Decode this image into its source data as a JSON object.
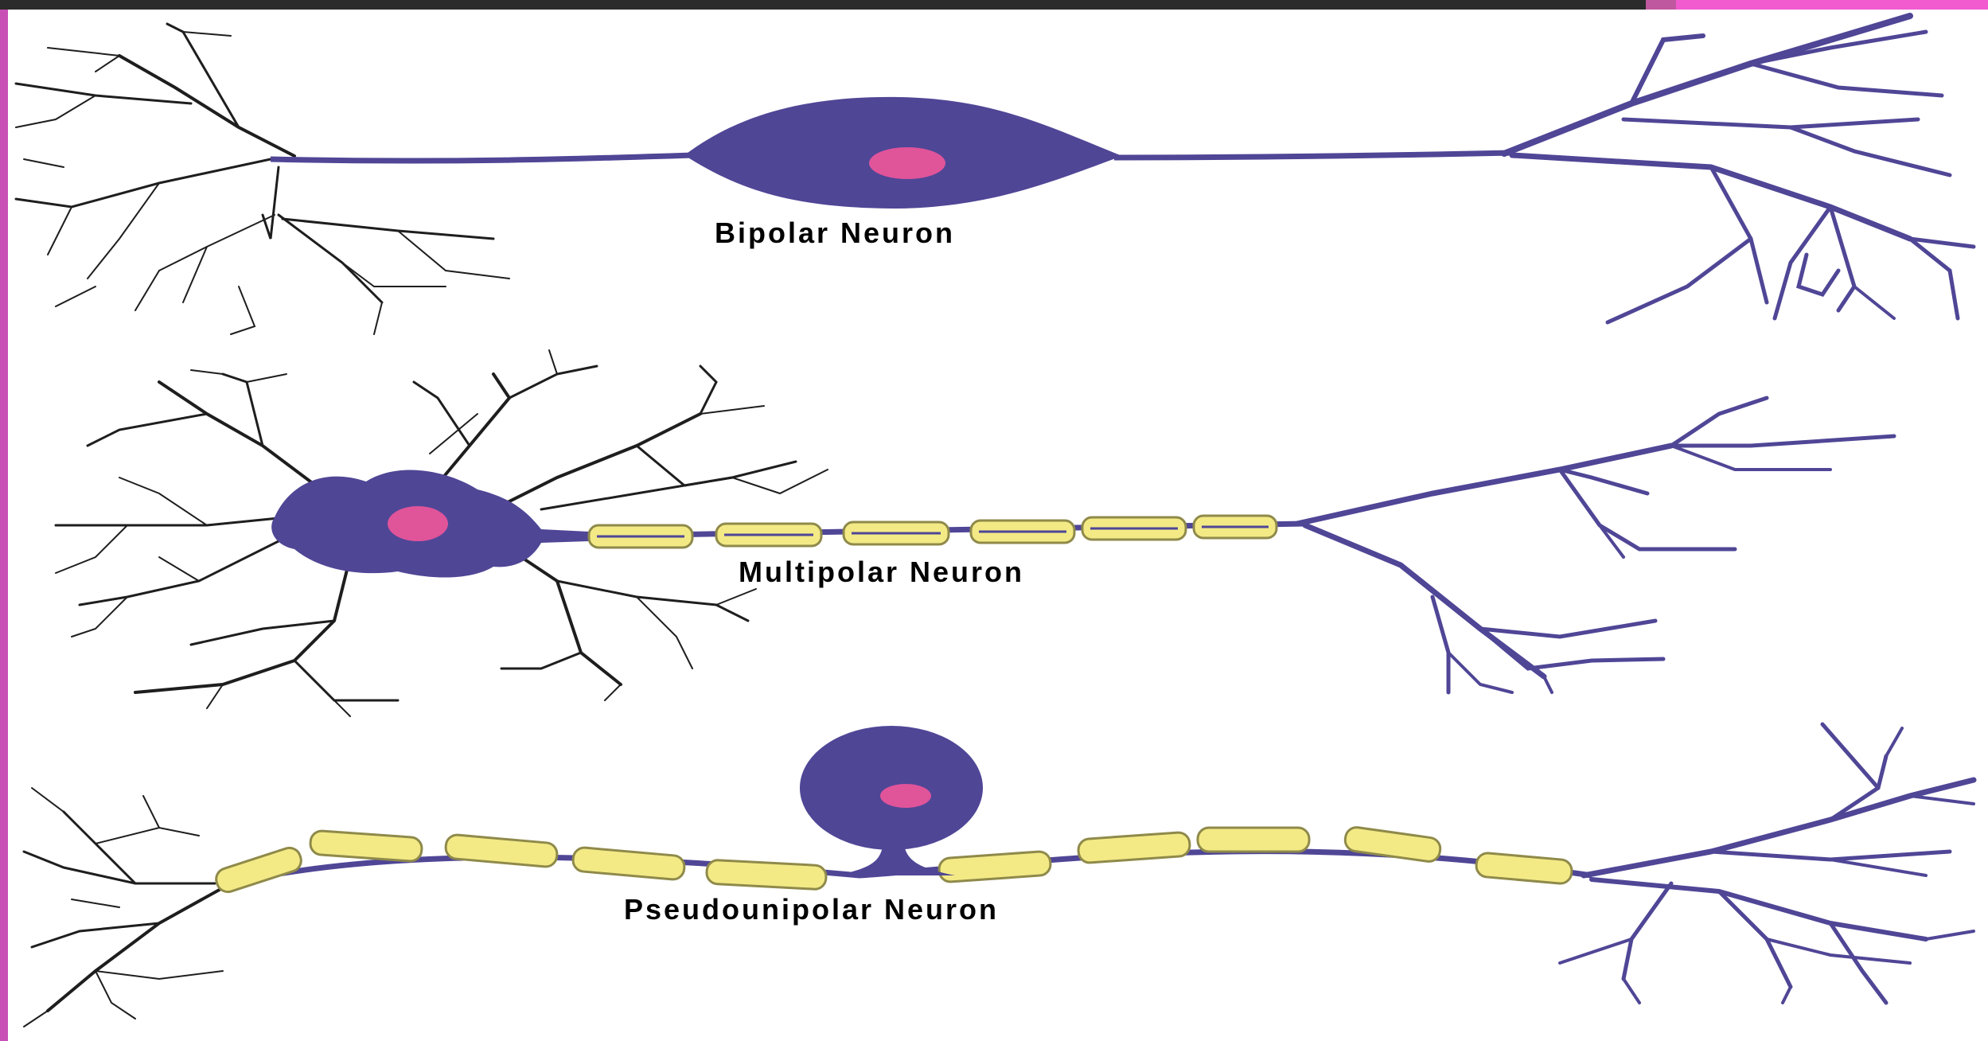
{
  "labels": {
    "bipolar": "Bipolar Neuron",
    "multipolar": "Multipolar Neuron",
    "pseudounipolar": "Pseudounipolar Neuron"
  },
  "colors": {
    "cell_body": "#4f4696",
    "nucleus": "#e0549a",
    "myelin_fill": "#f3ea86",
    "myelin_stroke": "#8f8a4a",
    "dendrite_black": "#1e1e1e",
    "axon_terminal": "#4f4696",
    "frame_dark": "#2b2b2b",
    "frame_pink": "#f25ad0"
  }
}
